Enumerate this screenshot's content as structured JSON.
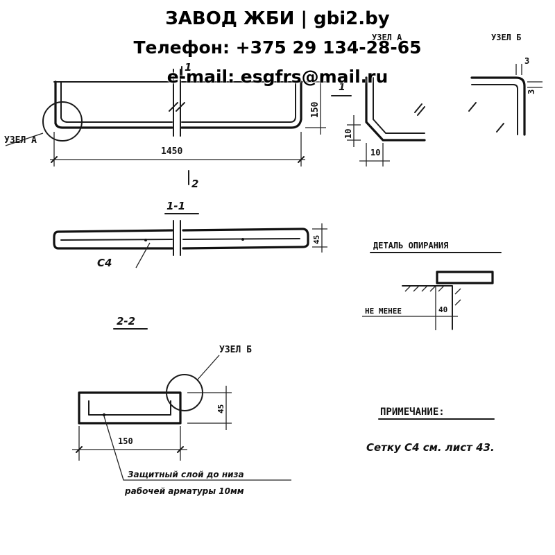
{
  "header": {
    "title": "ЗАВОД ЖБИ | gbi2.by",
    "phone": "Телефон: +375 29 134-28-65",
    "email": "e-mail: esgfrs@mail.ru"
  },
  "drawing": {
    "node_a_label": "УЗЕЛ А",
    "node_a_detail_title": "УЗЕЛ А",
    "node_b_detail_title": "УЗЕЛ Б",
    "node_b_label": "УЗЕЛ Б",
    "dim_1450": "1450",
    "dim_150_vertical": "150",
    "dim_10_a": "10",
    "dim_10_b": "10",
    "dim_3_top": "3",
    "dim_3_side": "3",
    "dim_45": "45",
    "dim_150_section": "150",
    "dim_40": "40",
    "marker_1": "1",
    "marker_2": "2",
    "detail_marker_1": "1",
    "section_1_1": "1-1",
    "section_2_2": "2-2",
    "mesh_label": "С4",
    "support_title": "ДЕТАЛЬ ОПИРАНИЯ",
    "not_less": "НЕ МЕНЕЕ",
    "cover_note_line1": "Защитный слой до низа",
    "cover_note_line2": "рабочей арматуры 10мм",
    "note_title": "ПРИМЕЧАНИЕ:",
    "note_text": "Сетку С4 см. лист 43."
  }
}
